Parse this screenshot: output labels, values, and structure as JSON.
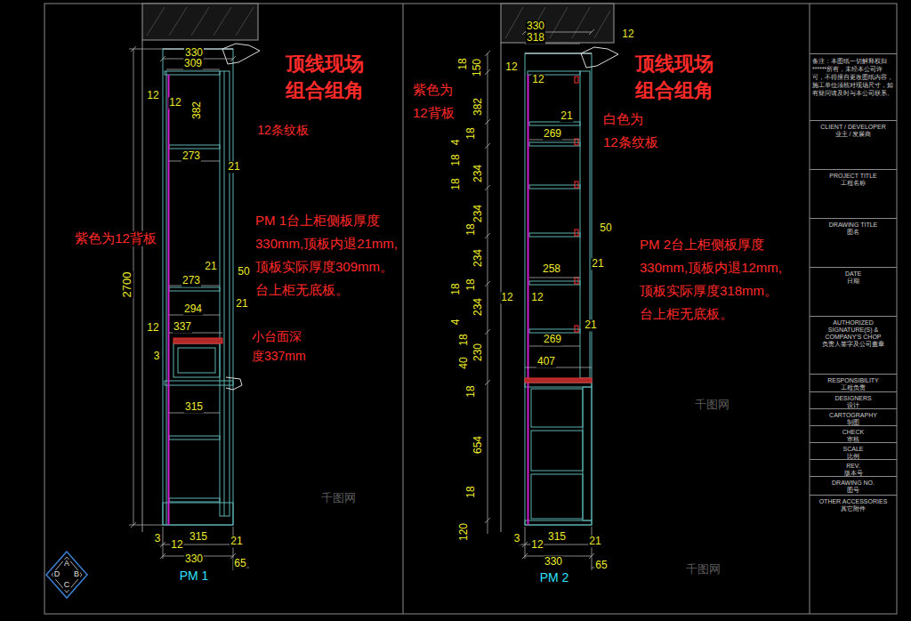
{
  "diagram": {
    "nodes": [
      {
        "text": [
          "备注：本图纸一切解释权归******所有，未经本公司许可，不得擅自更改图纸内容，施工单位须核对现场尺寸，如有疑问请及时与本公司联系。"
        ]
      },
      {
        "text": [
          "CLIENT / DEVELOPER",
          "业主 / 发展商"
        ]
      },
      {
        "text": [
          "PROJECT TITLE",
          "工程名称"
        ]
      },
      {
        "text": [
          "DRAWING TITLE",
          "图名"
        ]
      },
      {
        "text": [
          "DATE",
          "日期"
        ]
      },
      {
        "text": [
          "AUTHORIZED SIGNATURE(S) & COMPANY'S CHOP",
          "负责人签字及公司盖章"
        ]
      },
      {
        "text": [
          "RESPONSIBILITY",
          "工程负责"
        ]
      },
      {
        "text": [
          "DESIGNERS",
          "设计"
        ]
      },
      {
        "text": [
          "CARTOGRAPHY",
          "制图"
        ]
      },
      {
        "text": [
          "CHECK",
          "审核"
        ]
      },
      {
        "text": [
          "SCALE",
          "比例"
        ]
      },
      {
        "text": [
          "REV.",
          "版本号"
        ]
      },
      {
        "text": [
          "DRAWING NO.",
          "图号"
        ]
      },
      {
        "text": [
          "OTHER ACCESSORIES",
          "其它附件"
        ]
      }
    ],
    "labels": [
      "330",
      "309",
      "顶线现场 组合组角",
      "12",
      "12",
      "382",
      "12条纹板",
      "273",
      "21",
      "紫色为12背板",
      "PM 1台上柜侧板厚度 330mm,顶板内退21mm, 顶板实际厚度309mm。 台上柜无底板。",
      "21",
      "50",
      "273",
      "294",
      "21",
      "12",
      "337",
      "小台面深 度337mm",
      "3",
      "315",
      "2700",
      "3",
      "12",
      "315",
      "21",
      "330",
      "65",
      "PM 1",
      "330",
      "318",
      "12",
      "18",
      "150",
      "顶线现场 组合组角",
      "12",
      "12",
      "紫色为 12背板",
      "382",
      "21",
      "白色为 12条纹板",
      "269",
      "18",
      "4",
      "18",
      "234",
      "18",
      "234",
      "18",
      "50",
      "PM 2台上柜侧板厚度 330mm,顶板内退12mm, 顶板实际厚度318mm。 台上柜无底板。",
      "234",
      "21",
      "258",
      "18",
      "18",
      "12",
      "12",
      "234",
      "4",
      "21",
      "18",
      "269",
      "230",
      "40",
      "407",
      "18",
      "654",
      "18",
      "120",
      "3",
      "12",
      "315",
      "21",
      "330",
      "65",
      "PM 2",
      "A",
      "B",
      "C",
      "D",
      "千图网",
      "千图网",
      "千图网"
    ]
  }
}
